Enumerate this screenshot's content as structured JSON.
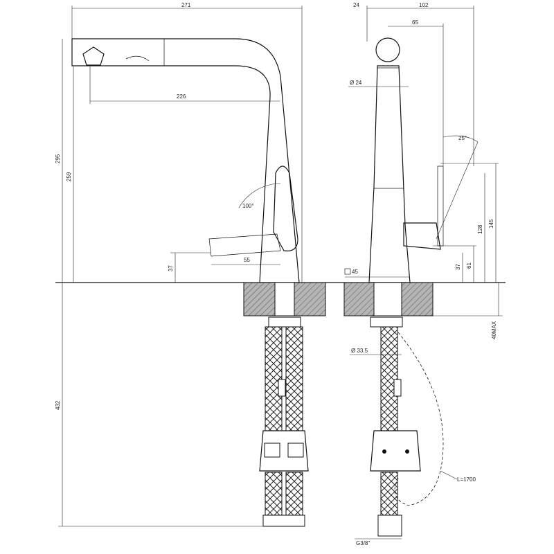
{
  "dimensions": {
    "overall_width": "271",
    "spout_reach": "226",
    "total_height": "295",
    "outlet_height": "259",
    "lever_clearance": "37",
    "lever_reach": "55",
    "lever_angle": "100°",
    "below_counter": "432",
    "side_top_offset": "24",
    "side_depth": "102",
    "side_lever_offset": "65",
    "spout_diameter": "Ø 24",
    "side_angle": "25°",
    "side_height_a": "145",
    "side_height_b": "128",
    "side_height_c": "61",
    "side_height_d": "37",
    "base_square": "45",
    "counter_thickness": "40MAX",
    "shank_diameter": "Ø 33.5",
    "hose_length": "L=1700",
    "connection": "G3/8\""
  },
  "colors": {
    "line": "#111111",
    "hatch_fill": "#b5b5b5"
  }
}
